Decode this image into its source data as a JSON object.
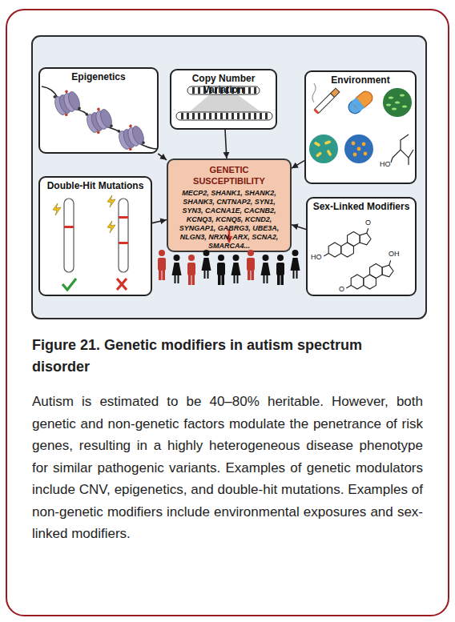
{
  "diagram": {
    "caption": "Figure 21. Genetic modifiers in autism spectrum disorder",
    "nodes": [
      {
        "text": [
          "Epigenetics"
        ]
      },
      {
        "text": [
          "Copy Number Variation"
        ]
      },
      {
        "text": [
          "Environment"
        ]
      },
      {
        "text": [
          "Double-Hit Mutations"
        ]
      },
      {
        "text": [
          "GENETIC SUSCEPTIBILITY",
          "MECP2, SHANK1, SHANK2, SHANK3, CNTNAP2, SYN1, SYN3, CACNA1E, CACNB2, KCNQ3, KCNQ5, KCND2, SYNGAP1, GABRG3, UBE3A, NLGN3, NRXN, ARX, SCNA2, SMARCA4..."
        ]
      },
      {
        "text": [
          "Sex-Linked Modifiers"
        ]
      }
    ],
    "edges": [
      {
        "from": 0,
        "to": 4,
        "arrow": "to"
      },
      {
        "from": 1,
        "to": 4,
        "arrow": "to"
      },
      {
        "from": 2,
        "to": 4,
        "arrow": "to"
      },
      {
        "from": 3,
        "to": 4,
        "arrow": "to"
      },
      {
        "from": 5,
        "to": 4,
        "arrow": "to"
      }
    ],
    "labels": [
      "HO",
      "O",
      "HO",
      "OH",
      "O",
      "Autism is estimated to be 40–80% heritable. However, both genetic and non-genetic factors modulate the penetrance of risk genes, resulting in a highly heterogeneous disease phenotype for similar pathogenic variants. Examples of genetic modulators include CNV, epigenetics, and double-hit mutations. Examples of non-genetic modifiers include environmental exposures and sex-linked modifiers."
    ]
  }
}
